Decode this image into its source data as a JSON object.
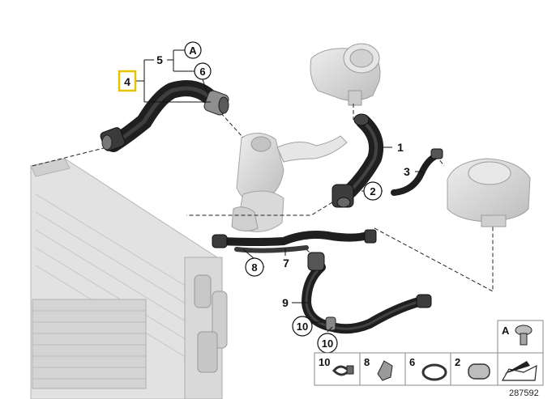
{
  "callouts": {
    "c1": "1",
    "c2": "2",
    "c3": "3",
    "c4": "4",
    "c5": "5",
    "c6": "6",
    "c7": "7",
    "c8": "8",
    "c9": "9",
    "c10a": "10",
    "c10b": "10",
    "cA": "A"
  },
  "legend": {
    "item10": "10",
    "item8": "8",
    "item6": "6",
    "item2": "2",
    "itemA": "A"
  },
  "diagram_number": "287592",
  "colors": {
    "hose": "#2b2b2b",
    "hose_highlight": "#5a5a5a",
    "gray_part": "#d6d6d6",
    "gray_part_dark": "#a8a8a8",
    "highlight_box": "#e8c400"
  }
}
